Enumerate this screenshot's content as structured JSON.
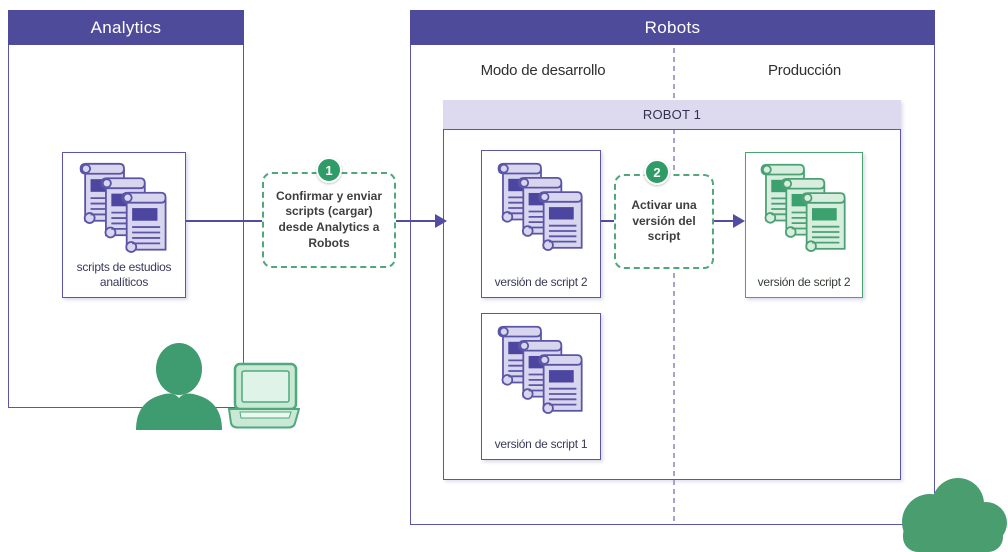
{
  "diagram": {
    "analytics": {
      "title": "Analytics",
      "scripts_label": "scripts de estudios analíticos"
    },
    "robots": {
      "title": "Robots",
      "columns": {
        "development": "Modo de desarrollo",
        "production": "Producción"
      },
      "robot1": {
        "title": "ROBOT 1",
        "dev_script_v2_label": "versión de script 2",
        "dev_script_v1_label": "versión de script 1"
      },
      "production_script_label": "versión de script 2"
    },
    "steps": [
      {
        "number": "1",
        "label": "Confirmar y enviar scripts (cargar) desde Analytics a Robots"
      },
      {
        "number": "2",
        "label": "Activar una versión del script"
      }
    ]
  },
  "icons": {
    "analytics_scripts": "scroll-stack-icon",
    "dev_script_v2": "scroll-stack-icon",
    "dev_script_v1": "scroll-stack-icon",
    "production_script": "scroll-stack-icon",
    "analyst": "person-at-laptop-icon",
    "cloud": "cloud-icon"
  },
  "colors": {
    "header_purple": "#4F4B9B",
    "border_purple": "#5B56A9",
    "light_purple_fill": "#DDDAF0",
    "divider_purple": "#A7A2D2",
    "step_dash_green": "#4EA87A",
    "badge_green": "#2F9C68",
    "icon_green": "#43A076",
    "scroll_paper_purple": "#D8D5EE",
    "scroll_accent_purple": "#4C46A0",
    "scroll_paper_green": "#D7EEDE",
    "scroll_accent_green": "#3AA16F"
  }
}
